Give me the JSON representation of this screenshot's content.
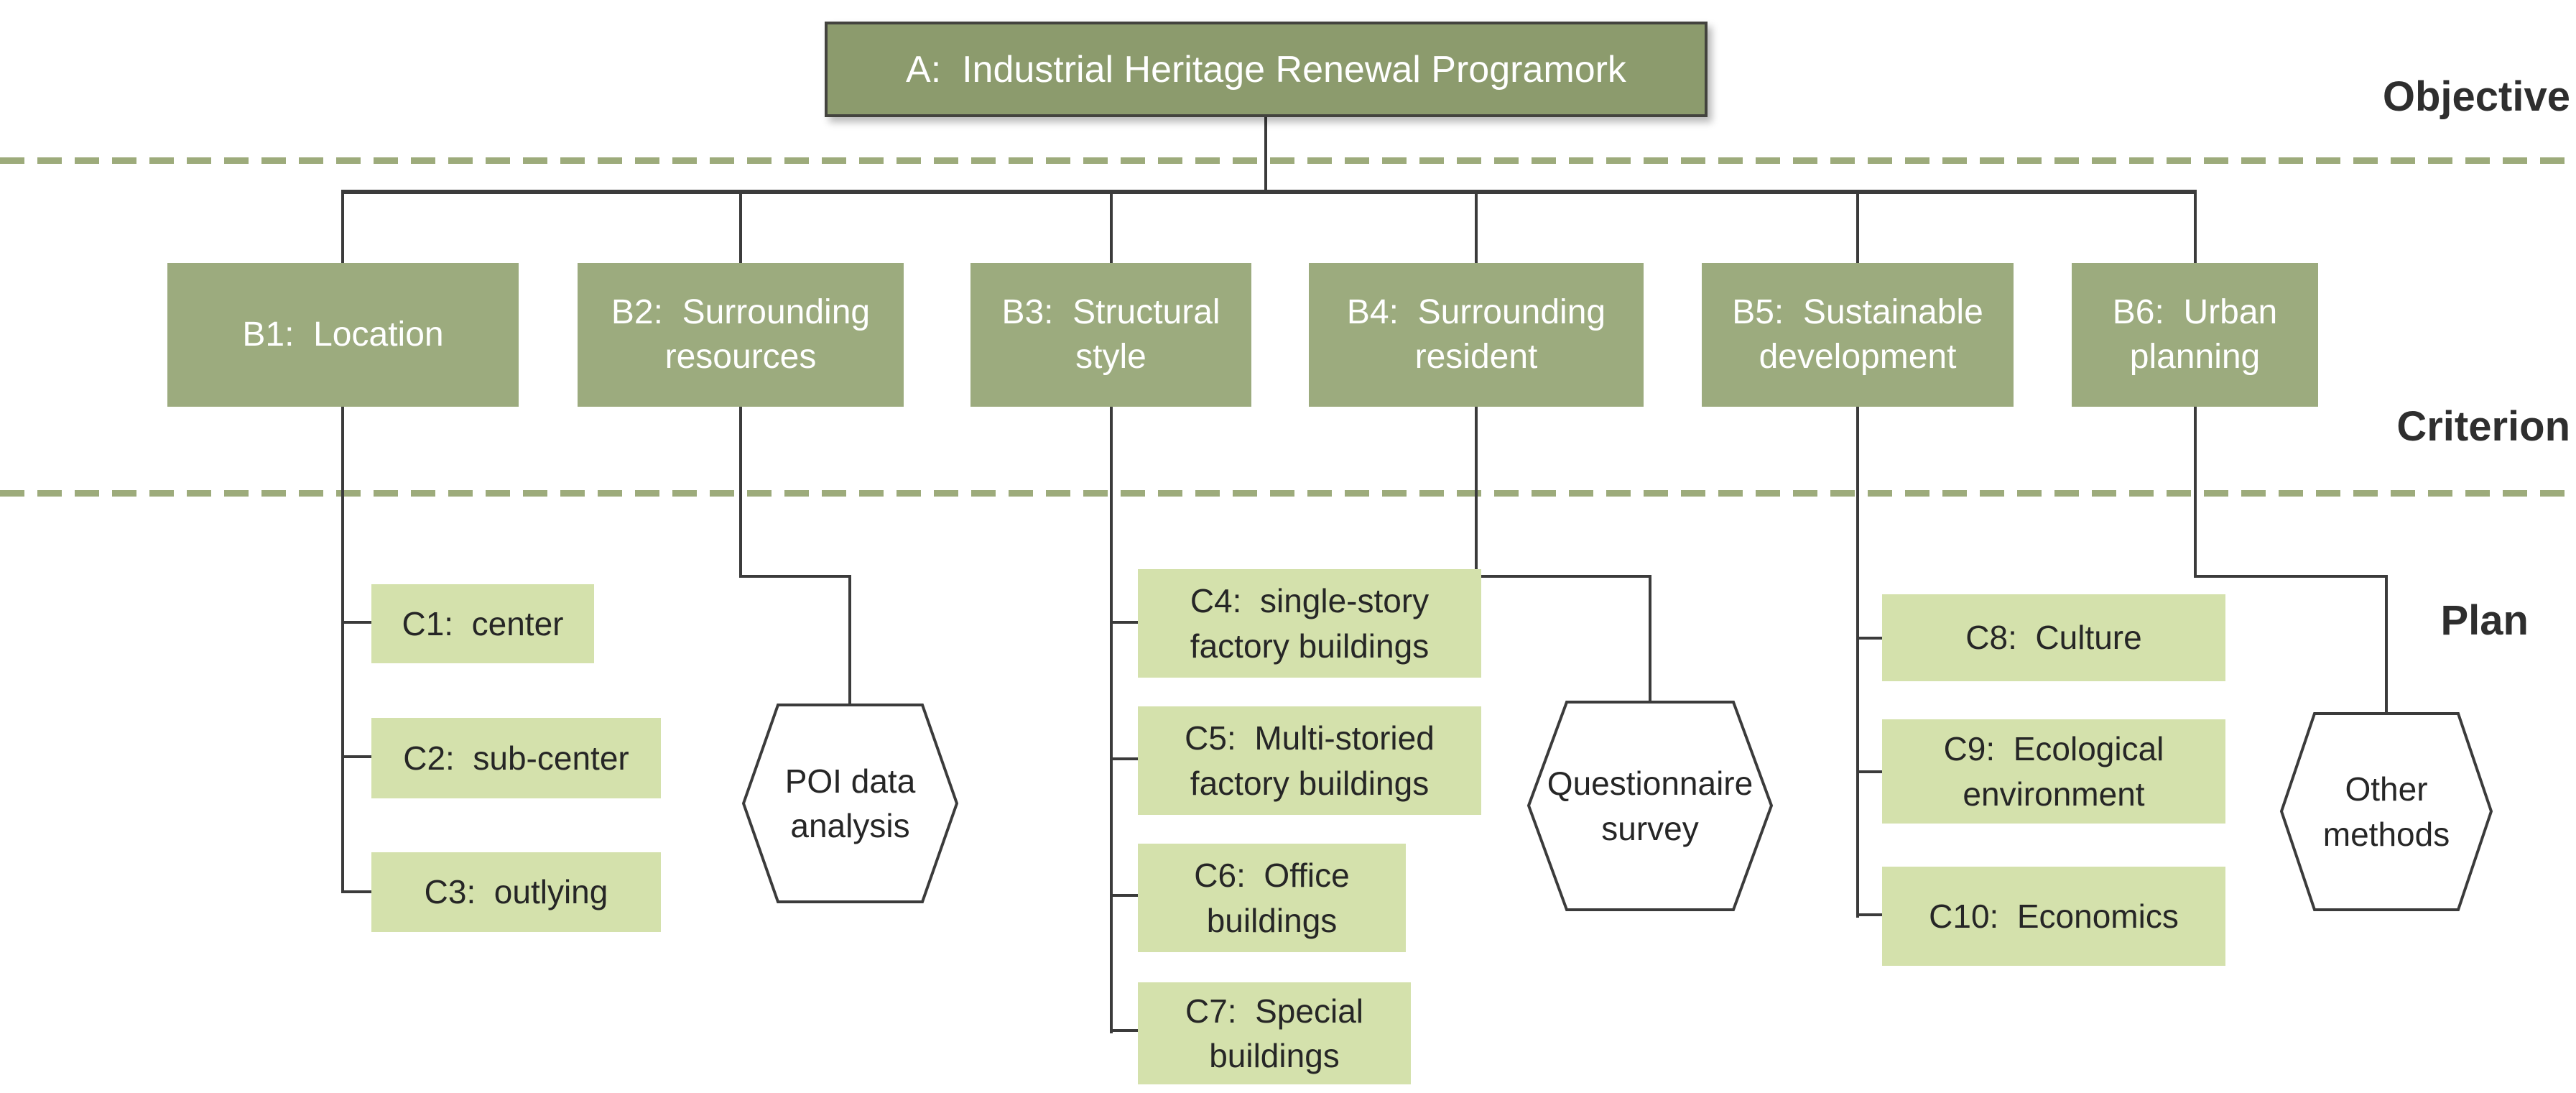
{
  "diagram": {
    "root": {
      "label": "A:  Industrial Heritage Renewal Programork"
    },
    "tier_labels": {
      "objective": "Objective",
      "criterion": "Criterion",
      "plan": "Plan"
    },
    "criteria": [
      {
        "id": "B1",
        "label": "B1:  Location"
      },
      {
        "id": "B2",
        "label": "B2:  Surrounding resources"
      },
      {
        "id": "B3",
        "label": "B3:  Structural style"
      },
      {
        "id": "B4",
        "label": "B4:  Surrounding resident"
      },
      {
        "id": "B5",
        "label": "B5:  Sustainable development"
      },
      {
        "id": "B6",
        "label": "B6:  Urban planning"
      }
    ],
    "plan_items": [
      {
        "id": "C1",
        "label": "C1:  center"
      },
      {
        "id": "C2",
        "label": "C2:  sub-center"
      },
      {
        "id": "C3",
        "label": "C3:  outlying"
      },
      {
        "id": "C4",
        "label": "C4:  single-story factory buildings"
      },
      {
        "id": "C5",
        "label": "C5:  Multi-storied factory buildings"
      },
      {
        "id": "C6",
        "label": "C6:  Office buildings"
      },
      {
        "id": "C7",
        "label": "C7:  Special buildings"
      },
      {
        "id": "C8",
        "label": "C8:  Culture"
      },
      {
        "id": "C9",
        "label": "C9:  Ecological environment"
      },
      {
        "id": "C10",
        "label": "C10:  Economics"
      }
    ],
    "methods": [
      {
        "id": "poi",
        "label": "POI data analysis"
      },
      {
        "id": "survey",
        "label": "Questionnaire survey"
      },
      {
        "id": "other",
        "label": "Other methods"
      }
    ],
    "colors": {
      "root_fill": "#8c9b6d",
      "criterion_fill": "#9cab7e",
      "plan_fill": "#d4e1ac",
      "dash_line": "#9dab7b",
      "connector": "#3b3b3b",
      "text_light": "#ffffff",
      "text_dark": "#262626"
    }
  }
}
